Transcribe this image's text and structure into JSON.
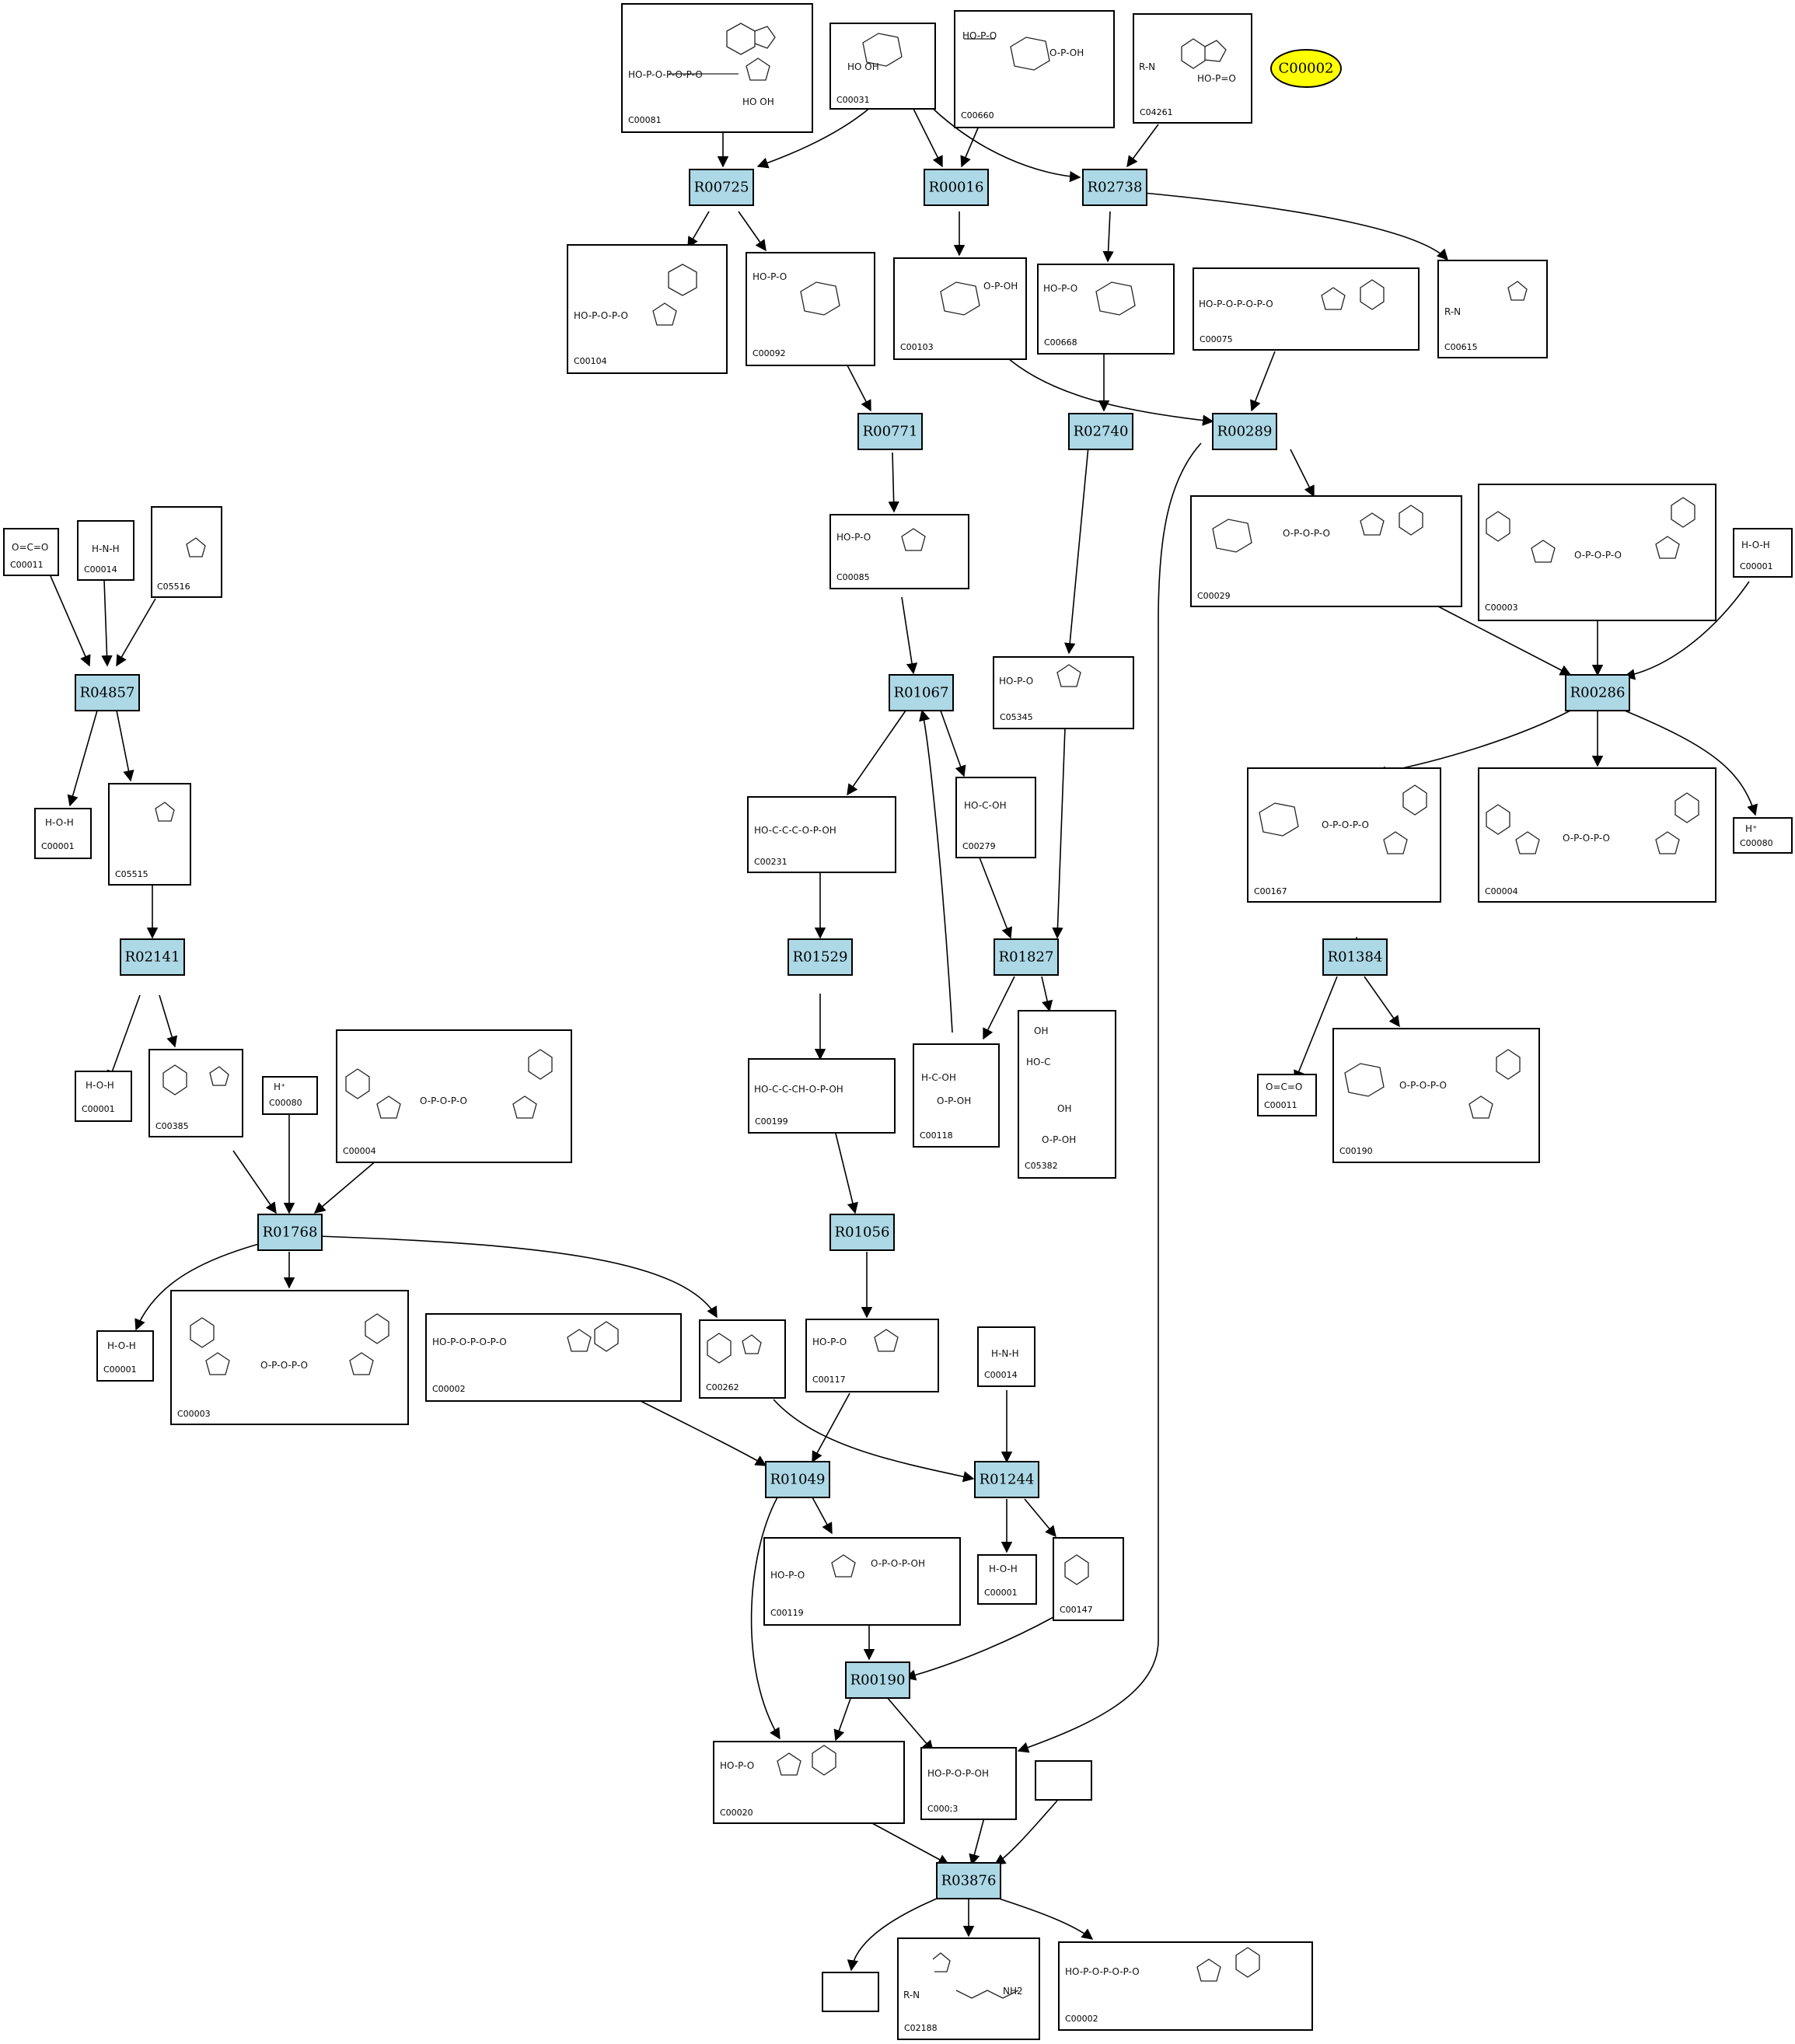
{
  "highlighted": "C00002",
  "colors": {
    "reaction_fill": "#add8e6",
    "highlight_fill": "#ffff00",
    "stroke": "#000000"
  },
  "reactions": [
    "R00725",
    "R00016",
    "R02738",
    "R00771",
    "R02740",
    "R00289",
    "R04857",
    "R01067",
    "R00286",
    "R02141",
    "R01529",
    "R01827",
    "R01384",
    "R01768",
    "R01056",
    "R01049",
    "R01244",
    "R00190",
    "R03876"
  ],
  "compounds": {
    "a1": "C00081",
    "a2": "C00031",
    "a3": "C00660",
    "a4": "C04261",
    "b1": "C00104",
    "b2": "C00092",
    "b3": "C00103",
    "b4": "C00668",
    "b5": "C00075",
    "b6": "C00615",
    "c1": "C00085",
    "c2": "C00029",
    "c3": "C00003",
    "c4": "C00001",
    "d1": "C00011",
    "d2": "C00014",
    "d3": "C05516",
    "e1": "C05345",
    "e2": "C00001",
    "e3": "C05515",
    "f1": "C00231",
    "f2": "C00279",
    "f3": "C00167",
    "f4": "C00004",
    "f5": "C00080",
    "g1": "C00001",
    "g2": "C00385",
    "g3": "C00080",
    "g4": "C00004",
    "g5": "C00199",
    "g6": "C00118",
    "g7": "C05382",
    "g8": "C00011",
    "g9": "C00190",
    "h1": "C00001",
    "h2": "C00003",
    "h3": "C00002",
    "h4": "C00262",
    "h5": "C00117",
    "h6": "C00014",
    "i1": "C00119",
    "i2": "C00001",
    "i3": "C00147",
    "j1": "C00020",
    "j2": "C000;3",
    "j3": "",
    "k1": "",
    "k2": "C02188",
    "k3": "C00002"
  }
}
